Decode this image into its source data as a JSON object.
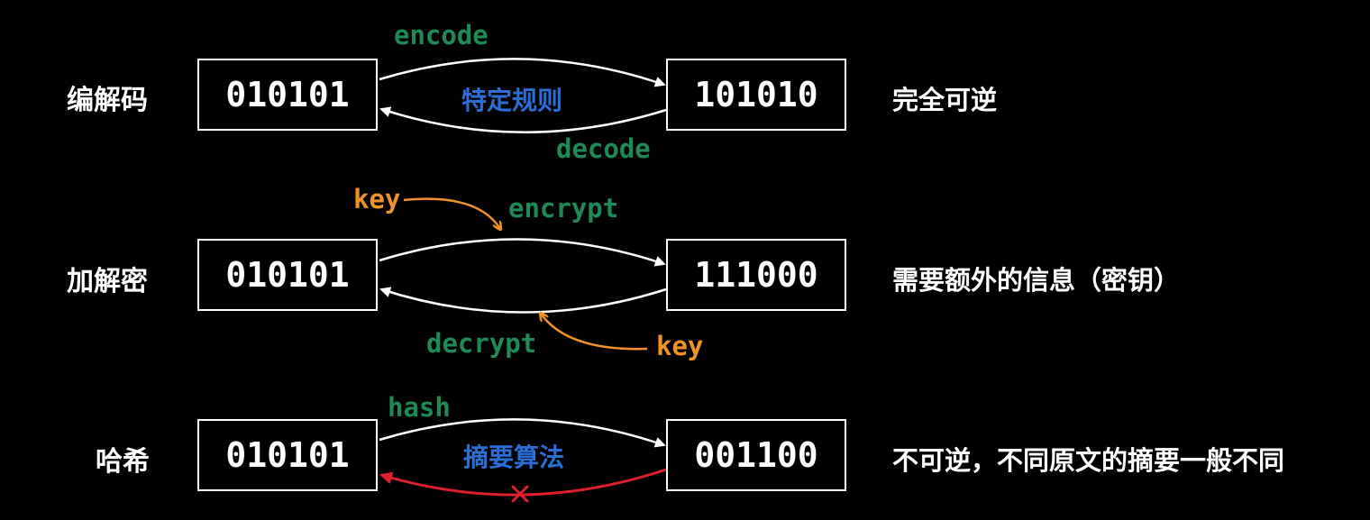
{
  "rows": [
    {
      "label": "编解码",
      "input": "010101",
      "output": "101010",
      "forward": "encode",
      "backward": "decode",
      "middle": "特定规则",
      "note": "完全可逆"
    },
    {
      "label": "加解密",
      "input": "010101",
      "output": "111000",
      "forward": "encrypt",
      "backward": "decrypt",
      "key_top": "key",
      "key_bottom": "key",
      "note": "需要额外的信息（密钥）"
    },
    {
      "label": "哈希",
      "input": "010101",
      "output": "001100",
      "forward": "hash",
      "middle": "摘要算法",
      "note": "不可逆，不同原文的摘要一般不同"
    }
  ],
  "colors": {
    "arrow": "#ffffff",
    "green": "#1f8a55",
    "orange": "#f0922a",
    "blue": "#2a6fd6",
    "red": "#e0202e"
  }
}
